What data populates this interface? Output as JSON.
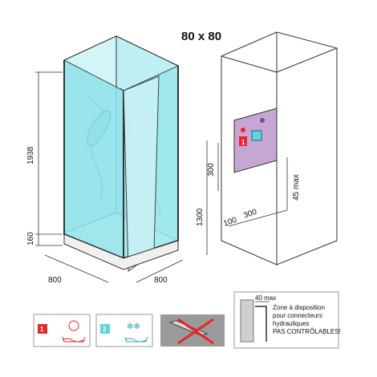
{
  "title": "80 x 80",
  "cabin": {
    "height": "1938",
    "base_height": "160",
    "width_left": "800",
    "width_right": "800"
  },
  "wall": {
    "height_total": "1300",
    "zone_height": "300",
    "max_offset": "45 max",
    "left_offset": "100",
    "zone_width": "300",
    "label_1": "1"
  },
  "legend": {
    "box1_number": "1",
    "box2_number": "2",
    "side_dim": "40 max",
    "note_lines": [
      "Zone à disposition",
      "pour connecteurs",
      "hydrauliques",
      "PAS CONTRÔLABLES!"
    ]
  },
  "colors": {
    "glass": "#8fe3ea",
    "frame": "#d9d9d9",
    "red": "#e8262b",
    "cyan": "#5fd3df",
    "zone": "#c6a6d3",
    "gray": "#9a9a9a"
  }
}
